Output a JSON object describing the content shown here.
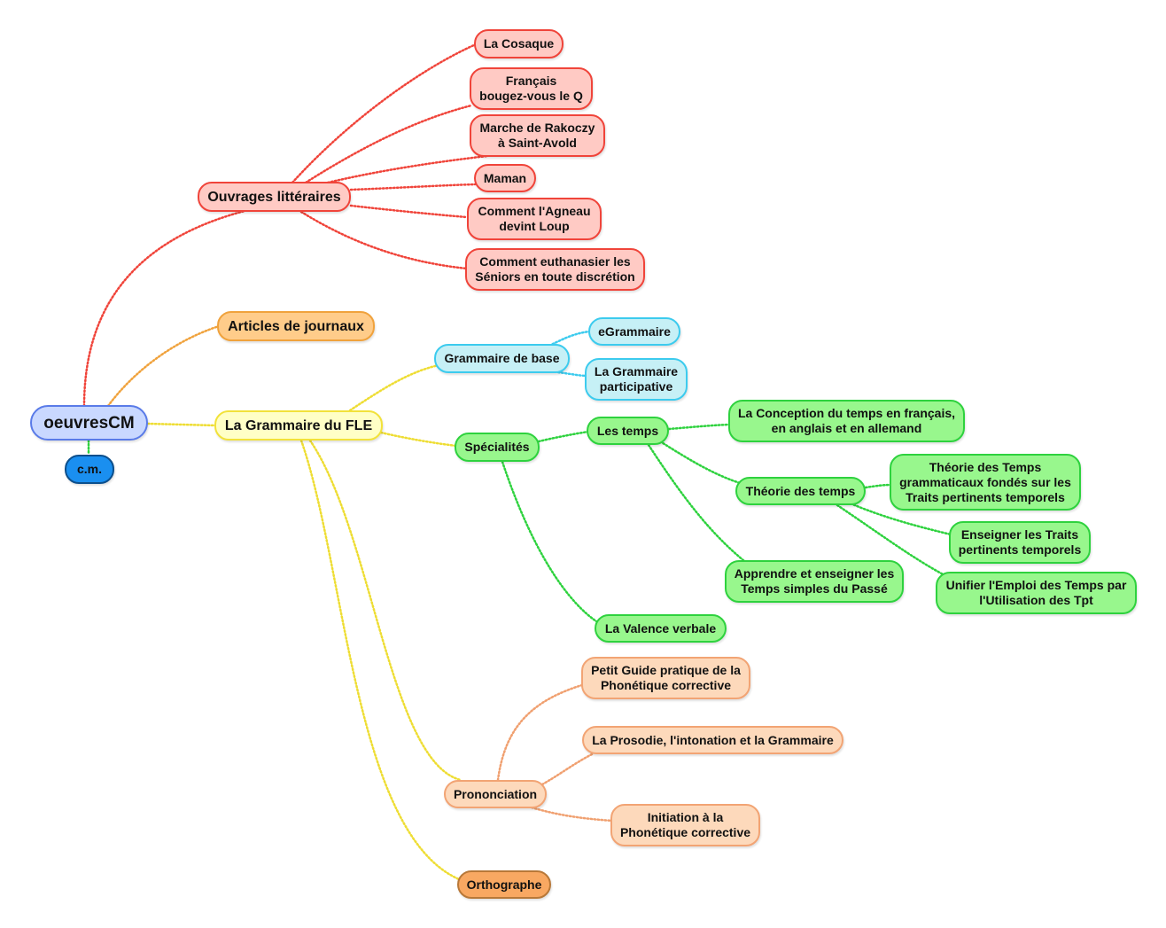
{
  "colors": {
    "red": "#f0443a",
    "orange": "#f0a23c",
    "yellow": "#eedd33",
    "cyan": "#3ccbee",
    "green": "#2ed23e",
    "peach": "#f0a070",
    "blue": "#5a7be8"
  },
  "nodes": {
    "root": "oeuvresCM",
    "cm": "c.m.",
    "ouvrages": "Ouvrages littéraires",
    "cosaque": "La Cosaque",
    "francais": "Français\nbougez-vous le Q",
    "rakoczy": "Marche de Rakoczy\nà Saint-Avold",
    "maman": "Maman",
    "agneau": "Comment l'Agneau\ndevint Loup",
    "euthanasier": "Comment euthanasier les\nSéniors en toute discrétion",
    "articles": "Articles de journaux",
    "grammaire_fle": "La Grammaire du FLE",
    "grammaire_base": "Grammaire de base",
    "egrammaire": "eGrammaire",
    "participative": "La Grammaire\nparticipative",
    "specialites": "Spécialités",
    "les_temps": "Les temps",
    "conception": "La Conception du temps en français,\nen anglais et en allemand",
    "theorie_temps": "Théorie des temps",
    "theorie_gram": "Théorie des Temps\ngrammaticaux fondés sur les\nTraits pertinents temporels",
    "enseigner": "Enseigner les Traits\npertinents temporels",
    "unifier": "Unifier l'Emploi des Temps par\nl'Utilisation des Tpt",
    "apprendre": "Apprendre et enseigner les\nTemps simples du Passé",
    "valence": "La Valence verbale",
    "petit_guide": "Petit Guide pratique de la\nPhonétique corrective",
    "prosodie": "La Prosodie, l'intonation et la Grammaire",
    "prononciation": "Prononciation",
    "initiation": "Initiation à la\nPhonétique corrective",
    "orthographe": "Orthographe"
  }
}
